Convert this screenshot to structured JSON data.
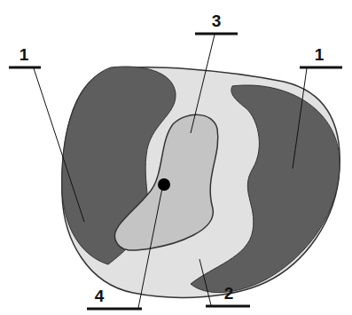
{
  "diagram": {
    "labels": [
      "1",
      "3",
      "1",
      "4",
      "2"
    ]
  }
}
